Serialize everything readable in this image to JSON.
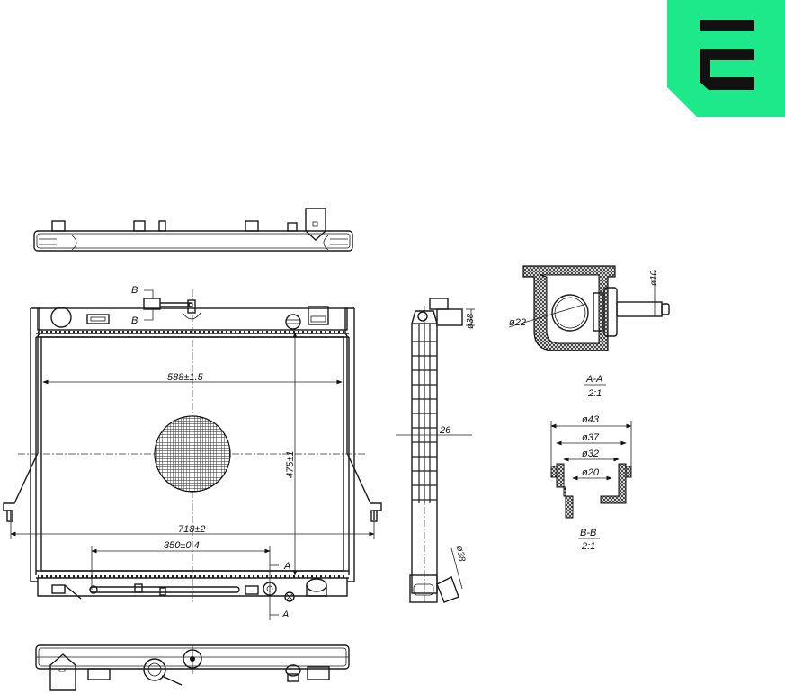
{
  "logo": {
    "letter": "E",
    "background_color": "#1ee98a",
    "glyph_color": "#111111"
  },
  "drawing": {
    "subject": "Radiator technical drawing",
    "front_view": {
      "dimensions": {
        "core_width": "588±1.5",
        "overall_width": "718±2",
        "core_height": "475±1",
        "mount_spacing": "350±0.4"
      },
      "section_markers": {
        "b_top": "B",
        "b_bottom": "B",
        "a_top": "A",
        "a_bottom": "A"
      }
    },
    "side_view": {
      "dimensions": {
        "inlet_diameter": "ø38",
        "core_depth": "26",
        "outlet_diameter": "ø38"
      }
    },
    "section_a": {
      "title": "A-A",
      "scale": "2:1",
      "dimensions": {
        "port_diameter": "ø22",
        "nipple_diameter": "ø10"
      }
    },
    "section_b": {
      "title": "B-B",
      "scale": "2:1",
      "dimensions": {
        "d1": "ø43",
        "d2": "ø37",
        "d3": "ø32",
        "d4": "ø20"
      }
    }
  },
  "colors": {
    "line": "#1a1a1a",
    "background": "#ffffff",
    "brand": "#1ee98a"
  }
}
